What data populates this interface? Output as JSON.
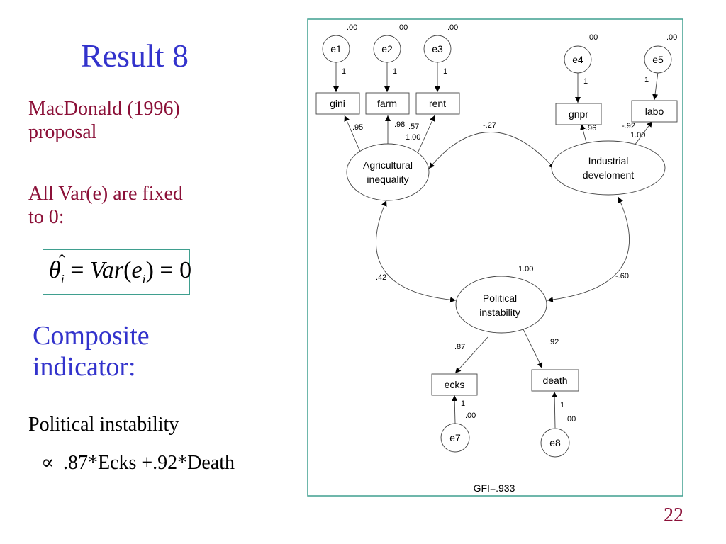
{
  "slide": {
    "title": "Result 8",
    "subtitle_line1": "MacDonald (1996)",
    "subtitle_line2": "proposal",
    "note_line1": "All Var(e) are fixed",
    "note_line2": "to 0:",
    "formula": {
      "theta": "θ",
      "sub_i": "i",
      "eq1": " = ",
      "var": "Var",
      "open": "(",
      "e": "e",
      "close": ")",
      "eq2": " = 0"
    },
    "composite_line1": "Composite",
    "composite_line2": "indicator:",
    "composite_label": "Political instability",
    "proportional_symbol": "∝",
    "composite_equation": ".87*Ecks +.92*Death",
    "page_number": "22"
  },
  "diagram": {
    "colors": {
      "frame": "#3f9f8f",
      "line": "#333333"
    },
    "errors": [
      {
        "id": "e1",
        "label": "e1",
        "variance": ".00",
        "loading": "1"
      },
      {
        "id": "e2",
        "label": "e2",
        "variance": ".00",
        "loading": "1"
      },
      {
        "id": "e3",
        "label": "e3",
        "variance": ".00",
        "loading": "1"
      },
      {
        "id": "e4",
        "label": "e4",
        "variance": ".00",
        "loading": "1"
      },
      {
        "id": "e5",
        "label": "e5",
        "variance": ".00",
        "loading": "1"
      },
      {
        "id": "e7",
        "label": "e7",
        "variance": ".00",
        "loading": "1"
      },
      {
        "id": "e8",
        "label": "e8",
        "variance": ".00",
        "loading": "1"
      }
    ],
    "indicators": [
      {
        "id": "gini",
        "label": "gini",
        "weight": ".95"
      },
      {
        "id": "farm",
        "label": "farm",
        "weight": ".98"
      },
      {
        "id": "rent",
        "label": "rent",
        "weight": ".57"
      },
      {
        "id": "gnpr",
        "label": "gnpr",
        "weight": ".96"
      },
      {
        "id": "labo",
        "label": "labo",
        "weight": "-.92"
      },
      {
        "id": "ecks",
        "label": "ecks",
        "weight": ".87"
      },
      {
        "id": "death",
        "label": "death",
        "weight": ".92"
      }
    ],
    "latents": {
      "agri": {
        "line1": "Agricultural",
        "line2": "inequality",
        "variance": "1.00"
      },
      "indus": {
        "line1": "Industrial",
        "line2": "develoment",
        "variance": "1.00"
      },
      "polit": {
        "line1": "Political",
        "line2": "instability",
        "variance": "1.00"
      }
    },
    "covariances": {
      "agri_indus": "-.27",
      "agri_polit": ".42",
      "indus_polit": "-.60"
    },
    "fit": "GFI=.933"
  }
}
